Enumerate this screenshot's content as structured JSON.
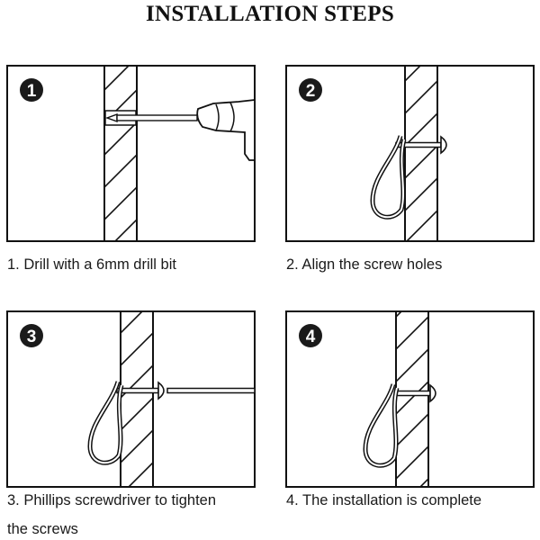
{
  "title": "INSTALLATION STEPS",
  "steps": [
    {
      "number": "1",
      "caption": "1. Drill with a 6mm drill bit"
    },
    {
      "number": "2",
      "caption": "2. Align the screw holes"
    },
    {
      "number": "3",
      "caption": "3. Phillips screwdriver to tighten",
      "caption_line2": "the screws"
    },
    {
      "number": "4",
      "caption": "4. The installation is complete"
    }
  ],
  "colors": {
    "line": "#111111",
    "badge": "#1a1a1a"
  }
}
